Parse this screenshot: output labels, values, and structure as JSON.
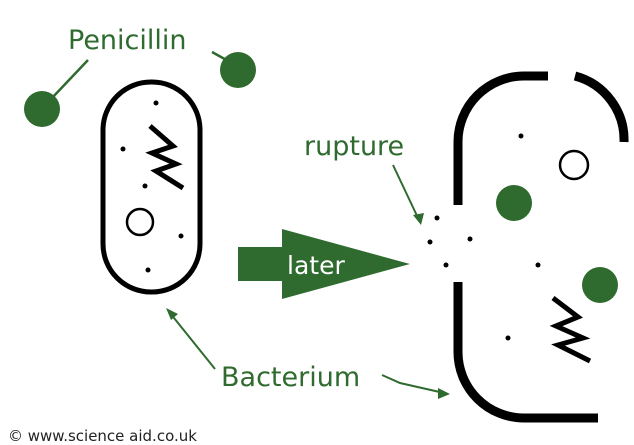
{
  "labels": {
    "penicillin": "Penicillin",
    "rupture": "rupture",
    "later": "later",
    "bacterium": "Bacterium"
  },
  "credit": "© www.science aid.co.uk",
  "colors": {
    "penicillin_green": "#2f6b2f",
    "label_green": "#2f6b2f",
    "outline": "#000000",
    "background": "#ffffff"
  }
}
